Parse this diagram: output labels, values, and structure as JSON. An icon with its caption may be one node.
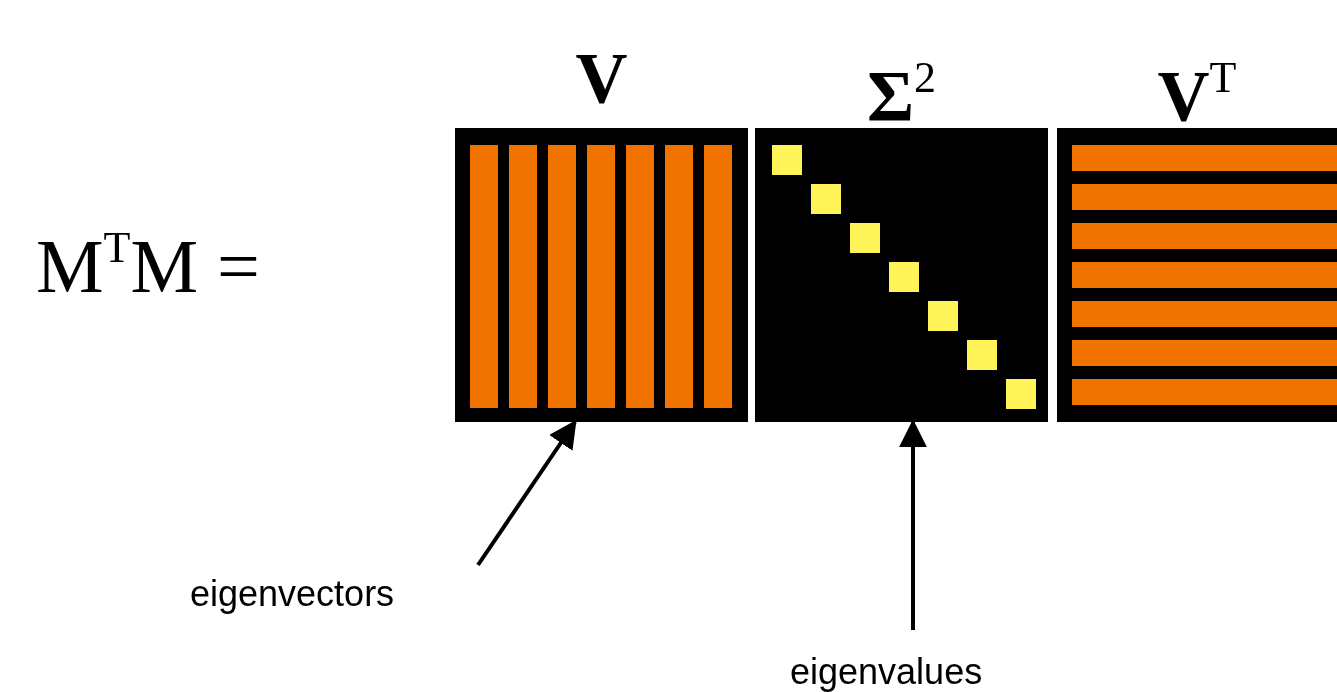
{
  "diagram": {
    "nodes": [
      {
        "text": [
          "V"
        ]
      },
      {
        "text": [
          "Σ$^{2}$"
        ]
      },
      {
        "text": [
          "V$^{T}$"
        ]
      },
      {
        "text": [
          "eigenvectors"
        ]
      },
      {
        "text": [
          "eigenvalues"
        ]
      }
    ],
    "edges": [
      {
        "from": 3,
        "to": 0,
        "arrow": "to"
      },
      {
        "from": 4,
        "to": 1,
        "arrow": "to"
      }
    ],
    "labels": [
      "M$^{T}$M ="
    ]
  }
}
